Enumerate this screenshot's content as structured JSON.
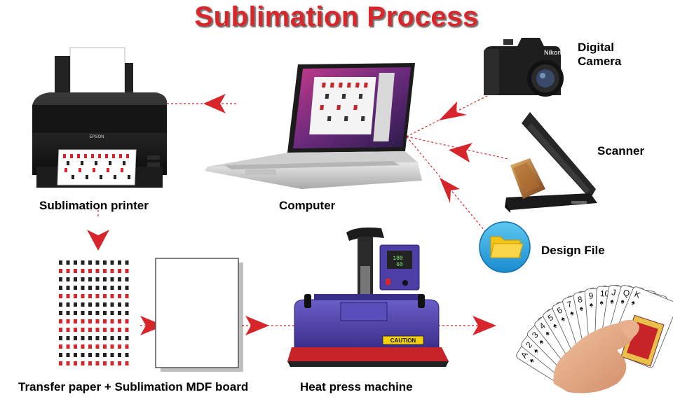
{
  "title": "Sublimation Process",
  "nodes": {
    "digital_camera": "Digital\nCamera",
    "scanner": "Scanner",
    "design_file": "Design File",
    "computer": "Computer",
    "printer": "Sublimation printer",
    "transfer": "Transfer paper + Sublimation MDF board",
    "heat_press": "Heat press machine"
  },
  "printer_brand": "EPSON",
  "camera_brand": "Nikon",
  "press_display": "180\n60",
  "press_caution": "CAUTION",
  "card_ranks": [
    "A",
    "2",
    "3",
    "4",
    "5",
    "6",
    "7",
    "8",
    "9",
    "10",
    "J",
    "Q",
    "K"
  ],
  "colors": {
    "title": "#d8262b",
    "arrow": "#d7262b",
    "press_body": "#4b3fa6",
    "press_plate": "#c7242a"
  }
}
